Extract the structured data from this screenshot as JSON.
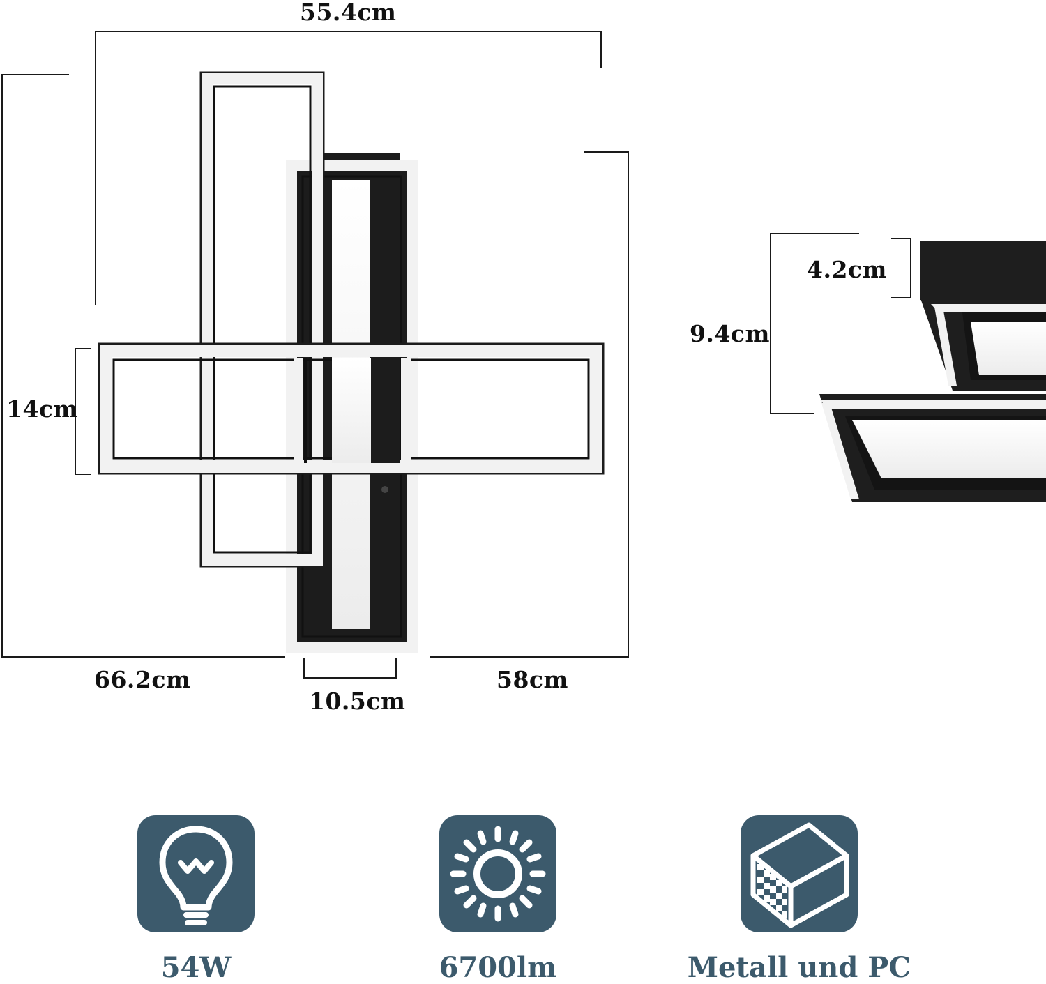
{
  "dimensions": {
    "width_top": "55.4cm",
    "height_left": "66.2cm",
    "height_right": "58cm",
    "bar_width": "10.5cm",
    "bar_height": "14cm",
    "side_total": "9.4cm",
    "side_upper": "4.2cm"
  },
  "features": [
    {
      "icon": "lightbulb-icon",
      "label": "54W"
    },
    {
      "icon": "sun-icon",
      "label": "6700lm"
    },
    {
      "icon": "cube-icon",
      "label": "Metall und PC"
    }
  ],
  "colors": {
    "accent": "#3c5a6c",
    "frame_dark": "#1c1c1c",
    "frame_light": "#f4f4f4"
  }
}
